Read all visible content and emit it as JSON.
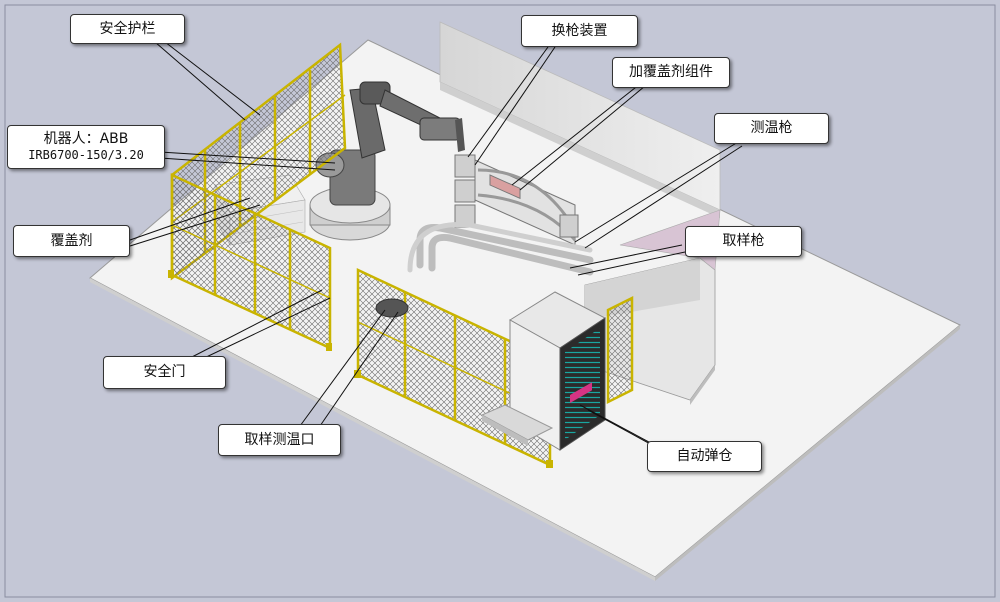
{
  "labels": {
    "safety_fence": "安全护栏",
    "robot_line1": "机器人：ABB",
    "robot_line2": "IRB6700-150/3.20",
    "covering_agent": "覆盖剂",
    "safety_door": "安全门",
    "sampling_port": "取样测温口",
    "gun_changer": "换枪装置",
    "covering_assembly": "加覆盖剂组件",
    "temp_gun": "测温枪",
    "sampling_gun": "取样枪",
    "auto_magazine": "自动弹仓"
  },
  "colors": {
    "background": "#c4c7d6",
    "floor": "#f2f2f2",
    "fence_frame": "#c9b400",
    "mesh": "#6b6b6b",
    "machine_gray": "#a8a8a8",
    "wall": "#e4e4e4",
    "magazine_accent": "#19a6a0"
  }
}
